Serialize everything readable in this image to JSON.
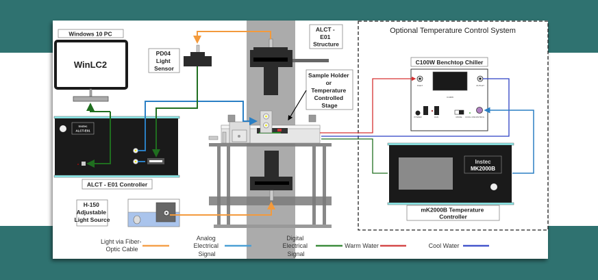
{
  "colors": {
    "background_teal": "#2f7270",
    "fiber_optic": "#f39a3c",
    "analog": "#2a7fc4",
    "digital": "#1f6e1f",
    "warm_water": "#d63030",
    "cool_water": "#2b3fc4",
    "panel_cyan": "#8ff0f0"
  },
  "pc": {
    "label": "Windows 10 PC",
    "screen_text": "WinLC2"
  },
  "controller": {
    "badge_line1": "Instec",
    "badge_line2": "ALCT-E01",
    "label": "ALCT - E01 Controller"
  },
  "sensor": {
    "label_lines": [
      "PD04",
      "Light",
      "Sensor"
    ]
  },
  "structure": {
    "label_lines": [
      "ALCT -",
      "E01",
      "Structure"
    ]
  },
  "sample_holder": {
    "label_lines": [
      "Sample Holder",
      "or",
      "Temperature",
      "Controlled",
      "Stage"
    ]
  },
  "light_source": {
    "label_lines": [
      "H-150",
      "Adjustable",
      "Light Source"
    ]
  },
  "optional_system": {
    "title": "Optional Temperature Control System"
  },
  "chiller": {
    "label": "C100W Benchtop Chiller",
    "inlet": "INLET",
    "outlet": "OUTLET",
    "model": "C100W",
    "power": "POWER",
    "fan": "FAN",
    "mode": "MODE",
    "control": "CONTROL",
    "cool_on": "COOL ON"
  },
  "mk2000b": {
    "badge_line1": "Instec",
    "badge_line2": "MK2000B",
    "label_lines": [
      "mK2000B Temperature",
      "Controller"
    ]
  },
  "legend": [
    {
      "lines": [
        "Light via Fiber-",
        "Optic Cable"
      ],
      "color": "#f5a04a"
    },
    {
      "lines": [
        "Analog",
        "Electrical",
        "Signal"
      ],
      "color": "#4a9fd5"
    },
    {
      "lines": [
        "Digital",
        "Electrical",
        "Signal"
      ],
      "color": "#3c8c3c"
    },
    {
      "lines": [
        "Warm Water"
      ],
      "color": "#d44848"
    },
    {
      "lines": [
        "Cool Water"
      ],
      "color": "#4455cc"
    }
  ]
}
